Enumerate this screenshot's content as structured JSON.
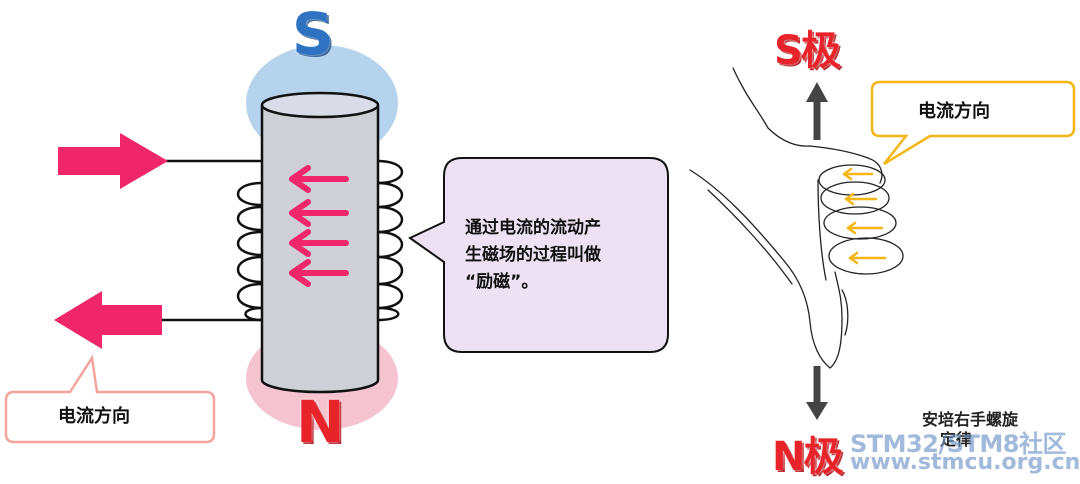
{
  "left_diagram": {
    "pole_top": "S",
    "pole_bottom": "N",
    "current_label": "电流方向"
  },
  "speech_bubble": {
    "line1": "通过电流的流动产",
    "line2": "生磁场的过程叫做",
    "line3": "“励磁”。"
  },
  "right_diagram": {
    "pole_top": "S极",
    "pole_bottom": "N极",
    "current_label": "电流方向",
    "law_line1": "安培右手螺旋",
    "law_line2": "定律"
  },
  "watermark": {
    "line1": "STM32/STM8社区",
    "line2": "www.stmcu.org.cn"
  },
  "colors": {
    "arrow_pink": "#f0266a",
    "pole_red": "#e8232a",
    "pole_blue": "#2f72c2",
    "cylinder_gray": "#cfcfd6",
    "top_glow": "#a9cbea",
    "bottom_glow": "#f4b8c8",
    "bubble_fill": "#ece2f4",
    "current_box_border_left": "#f3a59c",
    "current_box_border_right": "#f4b616",
    "finger_arrow": "#f4b616"
  }
}
